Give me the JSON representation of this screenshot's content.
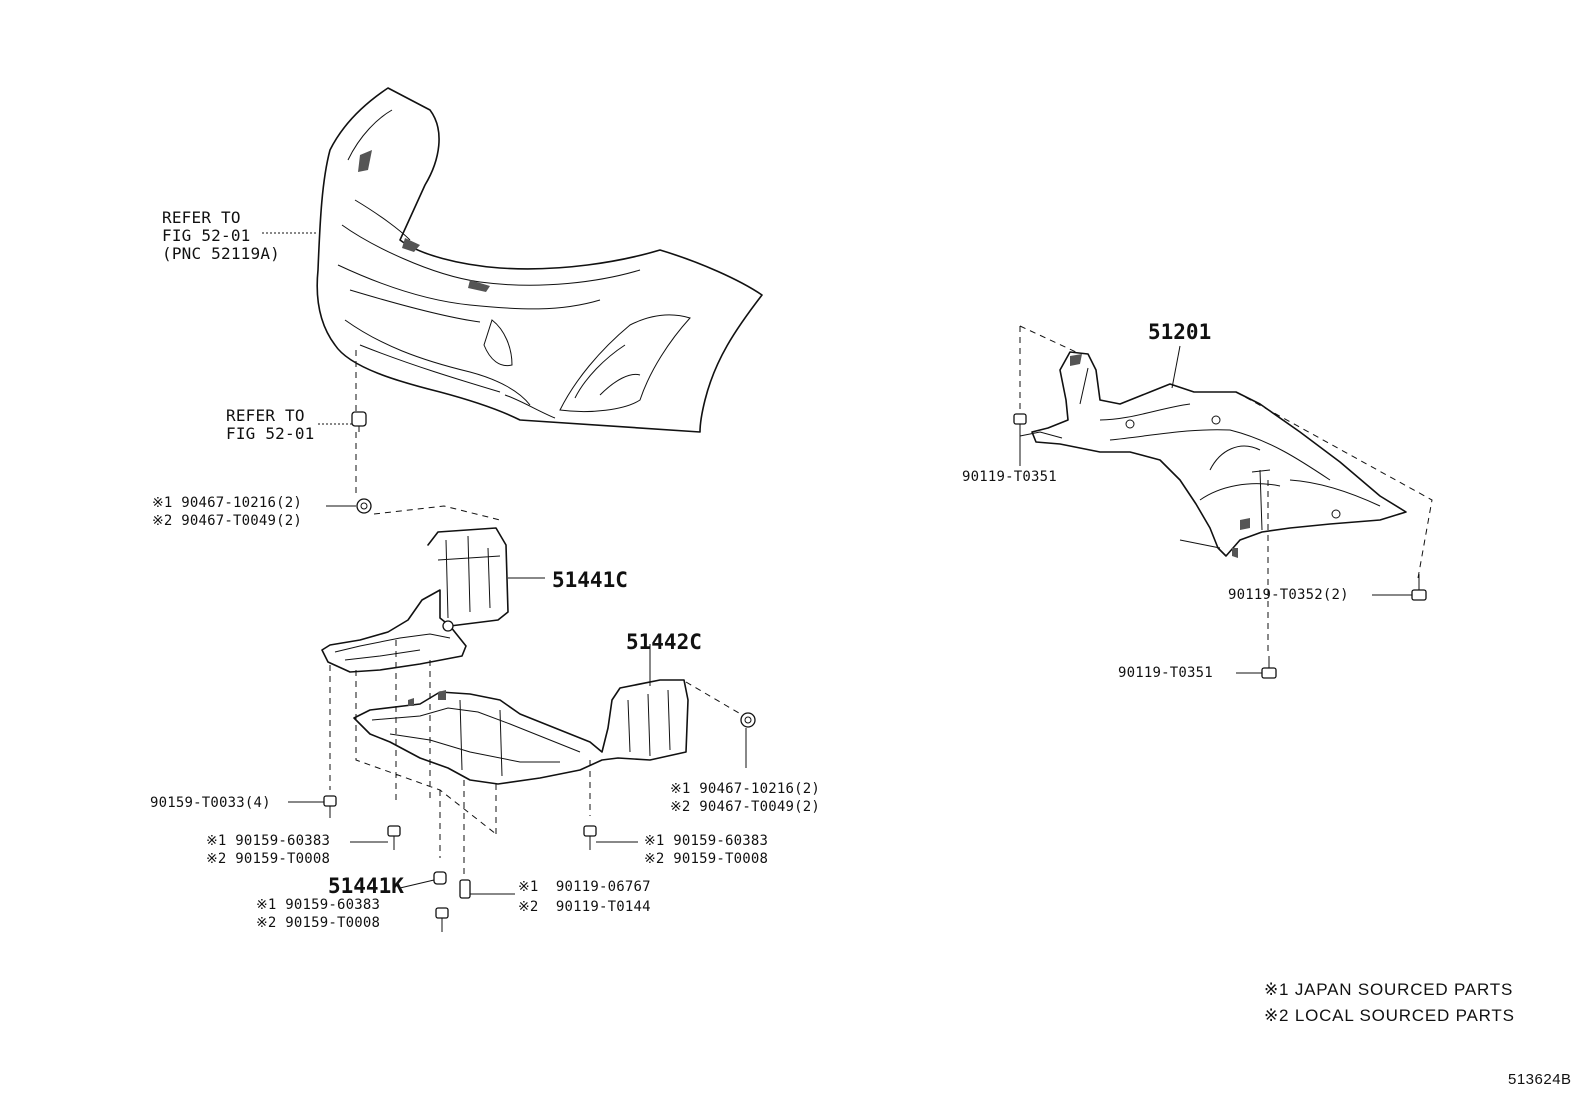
{
  "bumper_ref": {
    "line1": "REFER TO",
    "line2": "FIG 52-01",
    "line3": "(PNC 52119A)"
  },
  "clip_ref": {
    "line1": "REFER TO",
    "line2": "FIG 52-01"
  },
  "parts": {
    "p_51441C": "51441C",
    "p_51442C": "51442C",
    "p_51441K": "51441K",
    "p_51201": "51201"
  },
  "callouts": {
    "nut_left_1": "※1 90467-10216(2)",
    "nut_left_2": "※2 90467-T0049(2)",
    "nut_right_1": "※1 90467-10216(2)",
    "nut_right_2": "※2 90467-T0049(2)",
    "bolt_4": "90159-T0033(4)",
    "bolt_mid_1": "※1 90159-60383",
    "bolt_mid_2": "※2 90159-T0008",
    "bolt_right_1": "※1 90159-60383",
    "bolt_right_2": "※2 90159-T0008",
    "bolt_low_1": "※1 90159-60383",
    "bolt_low_2": "※2 90159-T0008",
    "screw_1": "※1  90119-06767",
    "screw_2": "※2  90119-T0144",
    "frame_bolt_left": "90119-T0351",
    "frame_bolt_right2": "90119-T0352(2)",
    "frame_bolt_bottom": "90119-T0351"
  },
  "legend": {
    "line1": "※1 JAPAN SOURCED PARTS",
    "line2": "※2 LOCAL SOURCED PARTS"
  },
  "figure_code": "513624B"
}
